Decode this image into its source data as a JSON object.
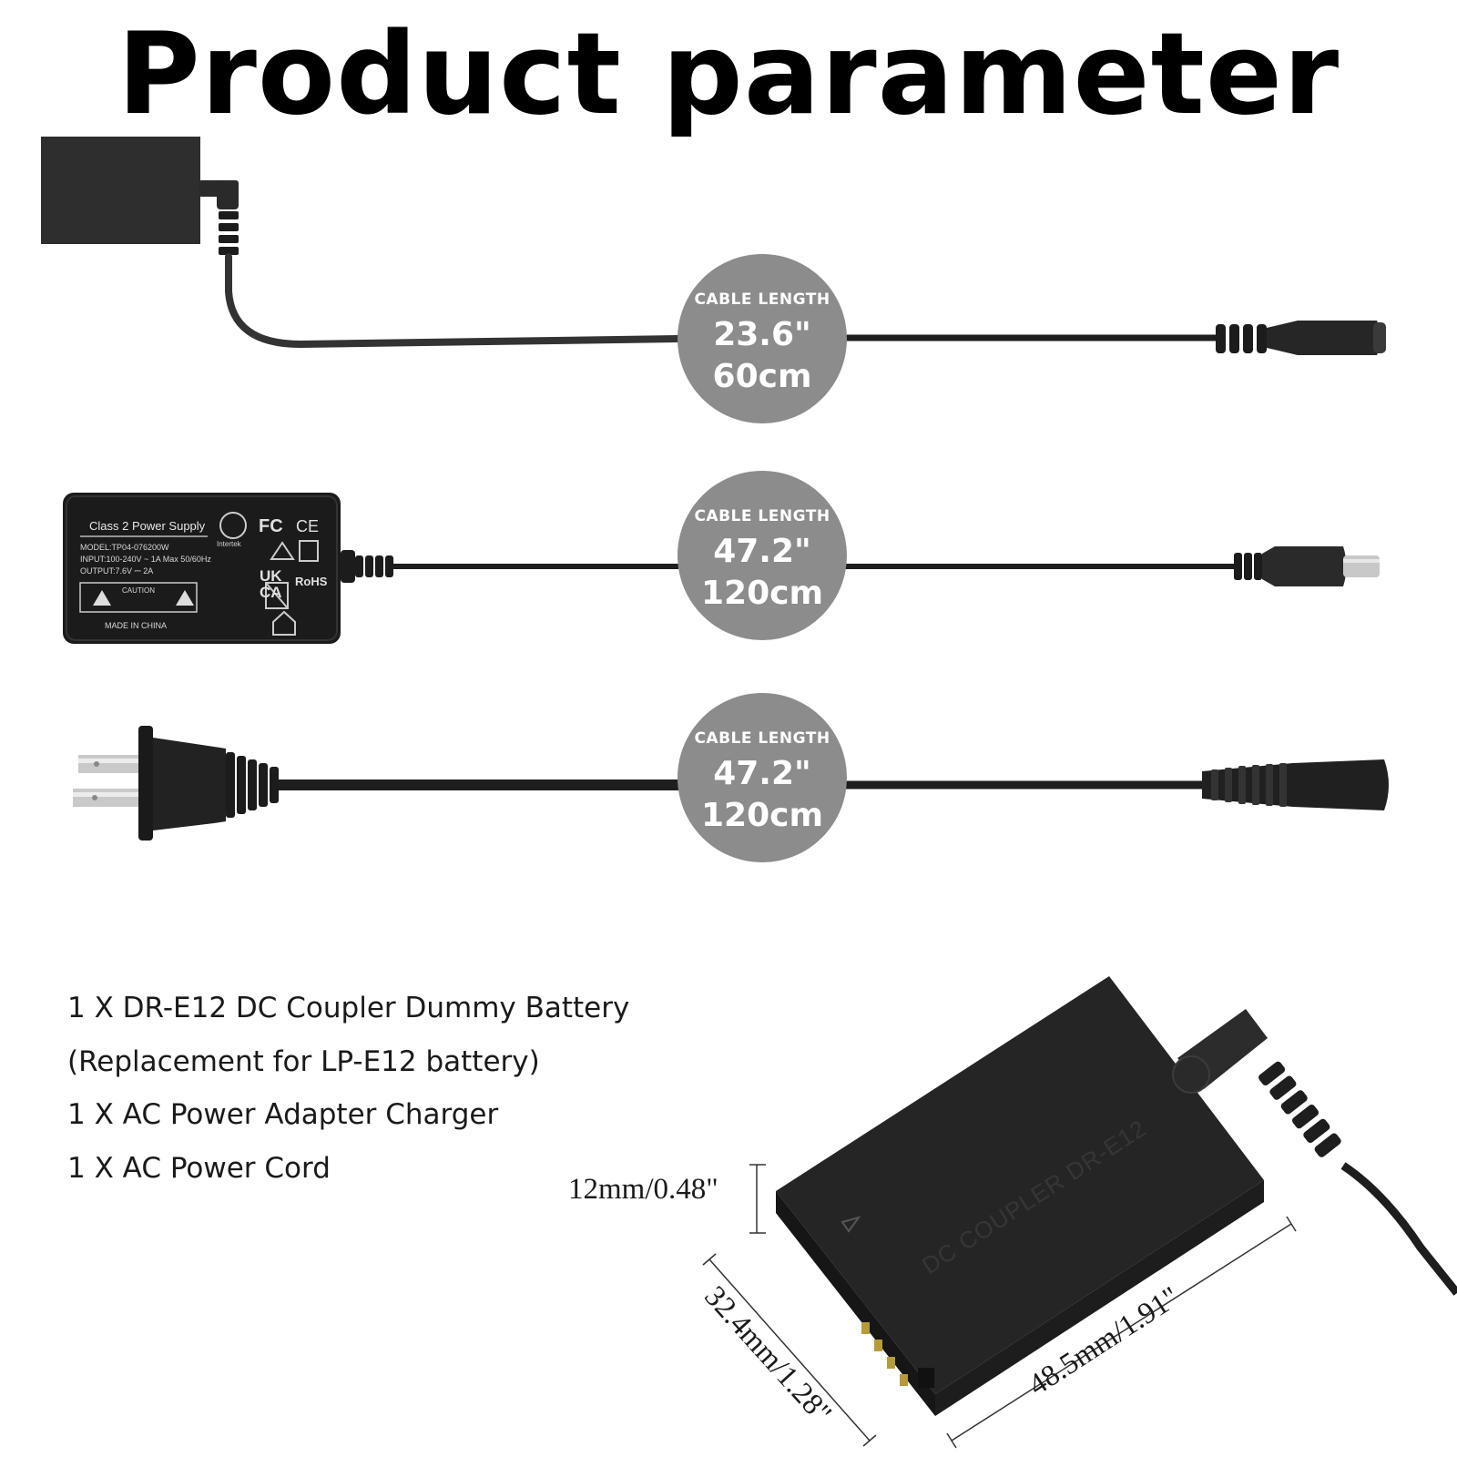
{
  "title": "Product parameter",
  "cables": [
    {
      "caption": "CABLE LENGTH",
      "inches": "23.6\"",
      "cm": "60cm"
    },
    {
      "caption": "CABLE LENGTH",
      "inches": "47.2\"",
      "cm": "120cm"
    },
    {
      "caption": "CABLE LENGTH",
      "inches": "47.2\"",
      "cm": "120cm"
    }
  ],
  "adapter_label": {
    "heading": "Class 2 Power Supply",
    "model": "MODEL:TP04-076200W",
    "input": "INPUT:100-240V ~ 1A Max 50/60Hz",
    "output": "OUTPUT:7.6V ⎓ 2A",
    "caution": "CAUTION",
    "origin": "MADE IN CHINA",
    "fcc": "FC",
    "ce": "CE",
    "ukca_1": "UK",
    "ukca_2": "CA",
    "rohs": "RoHS",
    "intertek": "Intertek"
  },
  "coupler_text": "DC COUPLER DR-E12",
  "package_contents": [
    "1 X DR-E12 DC Coupler Dummy Battery",
    "(Replacement for LP-E12 battery)",
    "1 X AC Power Adapter Charger",
    "1 X AC Power Cord"
  ],
  "dimensions": {
    "height": "12mm/0.48\"",
    "width": "32.4mm/1.28\"",
    "length": "48.5mm/1.91\""
  },
  "colors": {
    "badge": "#8c8c8c",
    "device": "#2b2b2b",
    "cable": "#1e1e1e"
  }
}
